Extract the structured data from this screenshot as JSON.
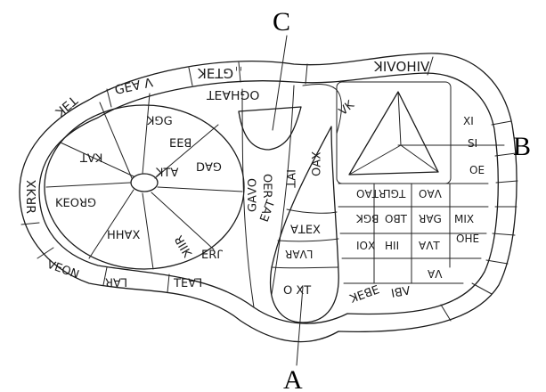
{
  "figure": {
    "labels": {
      "A": "A",
      "B": "B",
      "C": "C"
    },
    "colors": {
      "ink": "#1a1a1a",
      "paper": "#ffffff"
    }
  }
}
